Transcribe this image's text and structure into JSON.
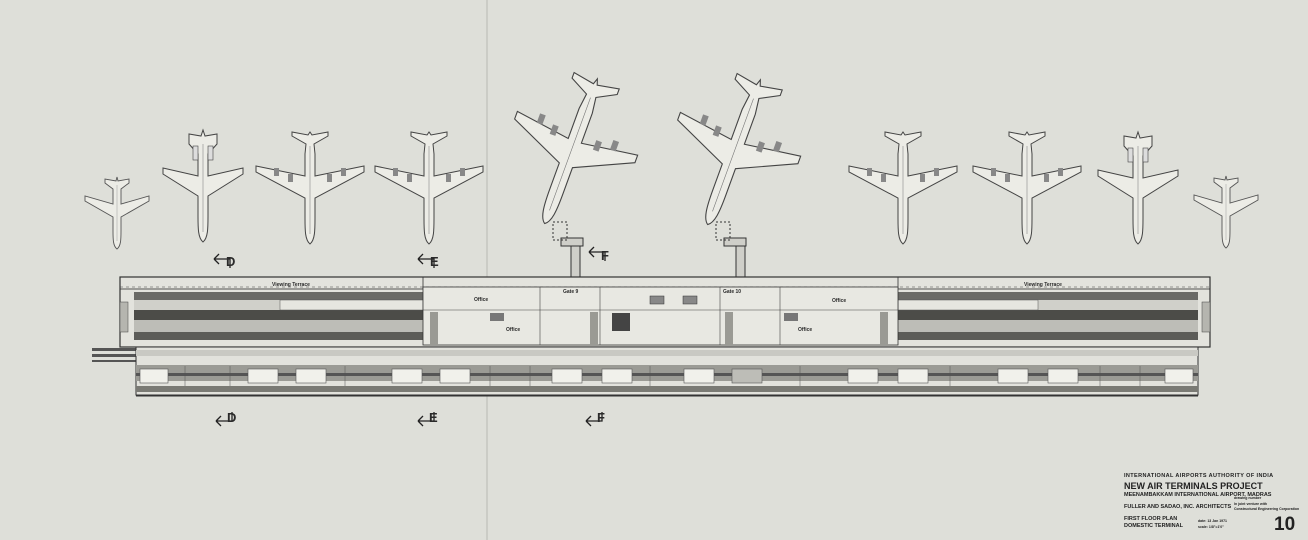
{
  "terraces": {
    "left": "Viewing Terrace",
    "right": "Viewing Terrace"
  },
  "rooms": {
    "office_a": "Office",
    "office_b": "Office",
    "office_c": "Office",
    "office_d": "Office"
  },
  "gates": {
    "gate_9": "Gate 9",
    "gate_10": "Gate 10"
  },
  "sections": {
    "d": "D",
    "e": "E",
    "f": "F"
  },
  "title_block": {
    "authority": "INTERNATIONAL AIRPORTS AUTHORITY OF INDIA",
    "project": "NEW AIR TERMINALS PROJECT",
    "airport": "MEENAMBAKKAM INTERNATIONAL AIRPORT, MADRAS",
    "architects": "FULLER AND SADAO, INC. ARCHITECTS",
    "architects_note": "In joint venture with",
    "architects_note2": "Constructural Engineering Corporation",
    "sheet_title": "FIRST FLOOR PLAN",
    "sheet_subtitle": "DOMESTIC TERMINAL",
    "drawing_number_label": "drawing number",
    "scale": "scale: 1/8\"=1'0\"",
    "date": "date: 13 Jan 1971",
    "sheet_number": "10"
  }
}
